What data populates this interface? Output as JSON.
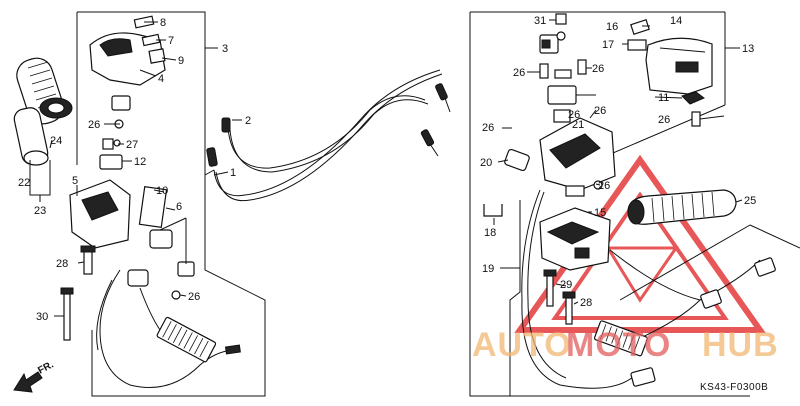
{
  "watermark": {
    "word1": "AUTO",
    "word2": "MOTO",
    "word3": "HUB",
    "color_orange": "#f2b774",
    "color_red": "#e25d5d",
    "logo_red": "#e53a3a"
  },
  "diagram_code": "KS43-F0300B",
  "direction_label": "FR.",
  "left_callouts": {
    "c1": "1",
    "c2": "2",
    "c3": "3",
    "c4": "4",
    "c5": "5",
    "c6": "6",
    "c7": "7",
    "c8": "8",
    "c9": "9",
    "c10": "10",
    "c12": "12",
    "c22": "22",
    "c23": "23",
    "c24": "24",
    "c26a": "26",
    "c26b": "26",
    "c27": "27",
    "c28": "28",
    "c30": "30"
  },
  "right_callouts": {
    "c11": "11",
    "c13": "13",
    "c14": "14",
    "c15": "15",
    "c16": "16",
    "c17": "17",
    "c18": "18",
    "c19": "19",
    "c20": "20",
    "c21": "21",
    "c25": "25",
    "c26a": "26",
    "c26b": "26",
    "c26c": "26",
    "c26d": "26",
    "c26e": "26",
    "c26f": "26",
    "c26g": "26",
    "c28": "28",
    "c29": "29",
    "c31": "31"
  }
}
